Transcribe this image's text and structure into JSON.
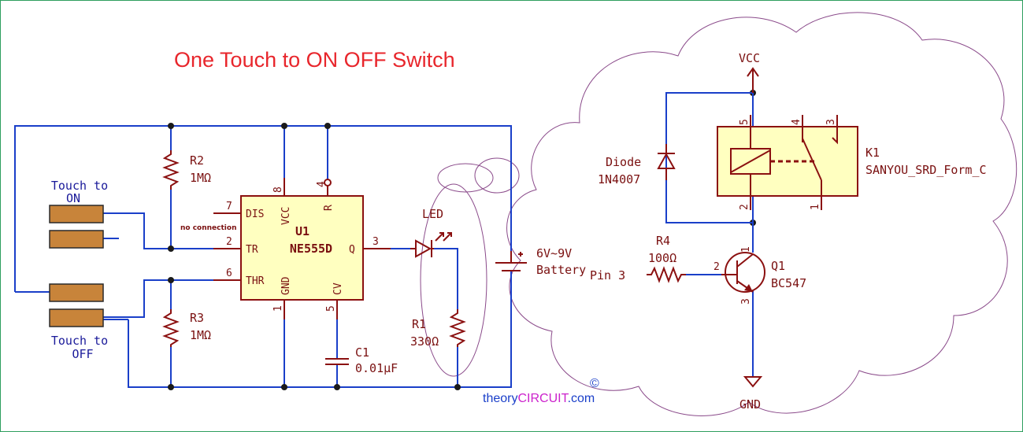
{
  "title": "One Touch to ON OFF Switch",
  "touch_on": {
    "line1": "Touch to",
    "line2": "ON"
  },
  "touch_off": {
    "line1": "Touch to",
    "line2": "OFF"
  },
  "r2": {
    "ref": "R2",
    "value": "1MΩ"
  },
  "r3": {
    "ref": "R3",
    "value": "1MΩ"
  },
  "u1": {
    "ref": "U1",
    "part": "NE555D",
    "no_connection": "no connection",
    "pins": {
      "dis": "DIS",
      "tr": "TR",
      "thr": "THR",
      "vcc": "VCC",
      "r": "R",
      "gnd": "GND",
      "cv": "CV",
      "q": "Q",
      "n7": "7",
      "n2": "2",
      "n6": "6",
      "n8": "8",
      "n4": "4",
      "n1": "1",
      "n5": "5",
      "n3": "3"
    }
  },
  "c1": {
    "ref": "C1",
    "value": "0.01µF"
  },
  "led": {
    "ref": "LED"
  },
  "r1": {
    "ref": "R1",
    "value": "330Ω"
  },
  "battery": {
    "line1": "6V~9V",
    "line2": "Battery"
  },
  "relay_part": {
    "vcc": "VCC",
    "gnd": "GND",
    "diode": {
      "ref": "Diode",
      "part": "1N4007"
    },
    "k1": {
      "ref": "K1",
      "part": "SANYOU_SRD_Form_C",
      "pins": {
        "p5": "5",
        "p4": "4",
        "p3": "3",
        "p2": "2",
        "p1": "1"
      }
    },
    "r4": {
      "ref": "R4",
      "value": "100Ω",
      "input": "Pin 3"
    },
    "q1": {
      "ref": "Q1",
      "part": "BC547",
      "pins": {
        "b": "2",
        "c": "1",
        "e": "3"
      }
    }
  },
  "watermark": {
    "copyright": "©",
    "prefix": "theory",
    "brand": "CIRCUIT",
    "suffix": ".com"
  },
  "colors": {
    "wire": "#1a3fc9",
    "component": "#8b1010",
    "block_fill": "#ffffc0",
    "title": "#e8262c",
    "pad": "#c8843a",
    "cloud": "#8a4a8a"
  }
}
